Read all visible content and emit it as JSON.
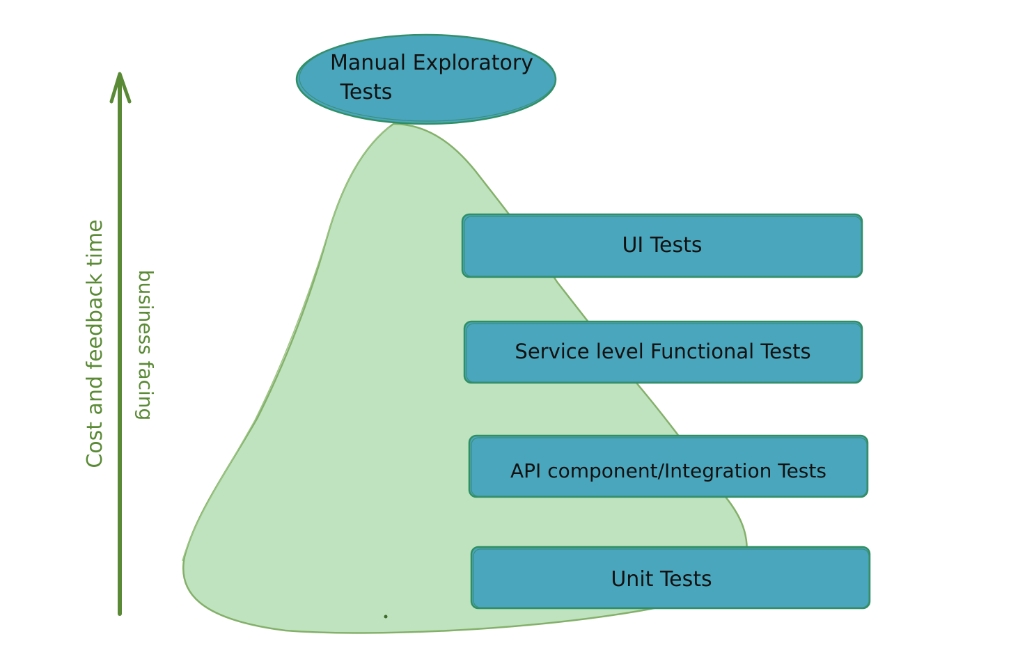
{
  "axis": {
    "primary_label": "Cost and feedback time",
    "secondary_label": "business facing",
    "color": "#5a8a35"
  },
  "colors": {
    "mound_fill": "#bfe3bf",
    "mound_stroke": "#84b06a",
    "box_fill": "#4aa6bc",
    "box_stroke": "#2f8f63",
    "text": "#111111"
  },
  "top_node": {
    "line1": "Manual Exploratory",
    "line2": "Tests"
  },
  "layers": [
    {
      "label": "UI Tests"
    },
    {
      "label": "Service level Functional Tests"
    },
    {
      "label": "API component/Integration Tests"
    },
    {
      "label": "Unit Tests"
    }
  ]
}
